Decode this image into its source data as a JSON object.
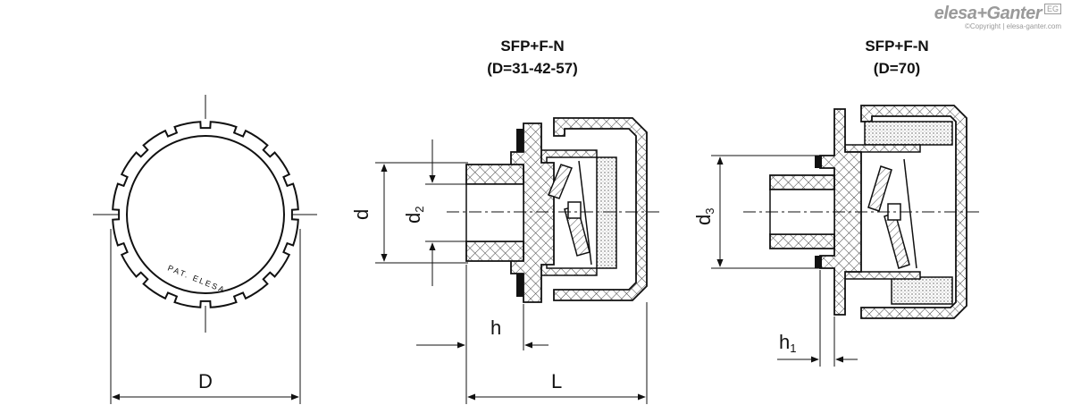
{
  "logo": {
    "brand": "elesa+Ganter",
    "badge": "EG",
    "copyright": "©Copyright | elesa-ganter.com"
  },
  "views": {
    "front": {
      "emboss": "PAT. ELESA",
      "dim_D": "D"
    },
    "section1": {
      "title_line1": "SFP+F-N",
      "title_line2": "(D=31-42-57)",
      "dim_d": "d",
      "dim_d2": "d",
      "dim_d2_sub": "2",
      "dim_h": "h",
      "dim_L": "L"
    },
    "section2": {
      "title_line1": "SFP+F-N",
      "title_line2": "(D=70)",
      "dim_d3": "d",
      "dim_d3_sub": "3",
      "dim_h1": "h",
      "dim_h1_sub": "1"
    }
  },
  "colors": {
    "line": "#111111",
    "logo": "#9a9a9a",
    "hatch": "#444444"
  }
}
